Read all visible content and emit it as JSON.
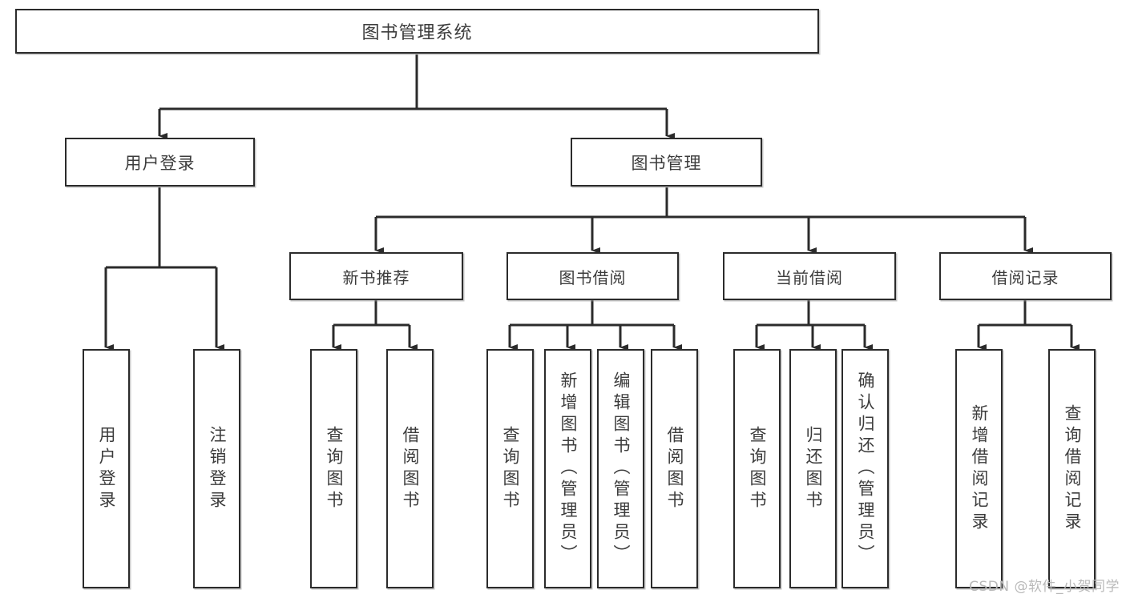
{
  "diagram": {
    "title": "图书管理系统",
    "type": "tree-hierarchy-diagram",
    "watermark": "CSDN @软件_小贺同学",
    "colors": {
      "background": "#ffffff",
      "box_border": "#2b2b2b",
      "box_fill": "#ffffff",
      "text": "#3c3c3c",
      "connector": "#2b2b2b",
      "watermark": "#b9b9b9"
    },
    "root": {
      "label": "图书管理系统"
    },
    "level1": [
      {
        "label": "用户登录"
      },
      {
        "label": "图书管理"
      }
    ],
    "level2": [
      {
        "label": "新书推荐"
      },
      {
        "label": "图书借阅"
      },
      {
        "label": "当前借阅"
      },
      {
        "label": "借阅记录"
      }
    ],
    "leaves": {
      "user_login": [
        {
          "label": "用户登录"
        },
        {
          "label": "注销登录"
        }
      ],
      "new_book_recommend": [
        {
          "label": "查询图书"
        },
        {
          "label": "借阅图书"
        }
      ],
      "book_borrow": [
        {
          "label": "查询图书"
        },
        {
          "label": "新增图书（管理员）"
        },
        {
          "label": "编辑图书（管理员）"
        },
        {
          "label": "借阅图书"
        }
      ],
      "current_borrow": [
        {
          "label": "查询图书"
        },
        {
          "label": "归还图书"
        },
        {
          "label": "确认归还（管理员）"
        }
      ],
      "borrow_record": [
        {
          "label": "新增借阅记录"
        },
        {
          "label": "查询借阅记录"
        }
      ]
    }
  }
}
